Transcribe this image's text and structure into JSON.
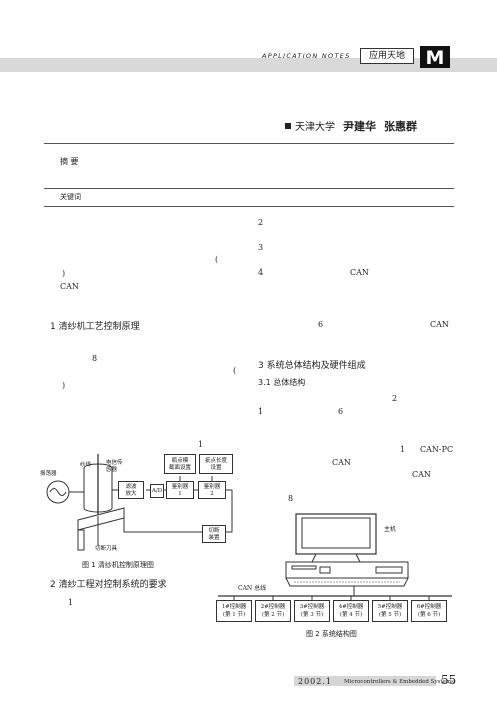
{
  "header": {
    "series_label": "APPLICATION NOTES",
    "column_title": "应用天地",
    "logo_text": "M"
  },
  "authors": {
    "affiliation": "天津大学",
    "names": [
      "尹建华",
      "张惠群"
    ]
  },
  "abstract_label": "摘  要",
  "keywords_label": "关键词",
  "left_fragments": {
    "paren_open": "(",
    "paren_close": ")",
    "can": "CAN"
  },
  "section1": {
    "heading": "1   清纱机工艺控制原理",
    "frag_8": "8",
    "frag_paren": "(",
    "frag_paren_close": ")",
    "frag_1": "1"
  },
  "figure1": {
    "labels": {
      "oscillator": "振荡器",
      "yarn": "纱线",
      "sensor": "电信传\n感器",
      "amplifier": "滤波\n放大",
      "ad": "A/D",
      "comparator1": "鉴别器\n1",
      "comparator2": "鉴别器\n2",
      "setting1": "瓶点模\n截面设置",
      "setting2": "疵点长度\n设置",
      "cutter_ctrl": "切断\n装置",
      "cutter": "切断刀具"
    },
    "caption": "图 1   清纱机控制原理图"
  },
  "section2": {
    "heading": "2   清纱工程对控制系统的要求",
    "frag_1": "1"
  },
  "right_fragments": {
    "n2": "2",
    "n3": "3",
    "n4": "4",
    "can4": "CAN",
    "n6": "6",
    "can6": "CAN"
  },
  "section3": {
    "heading": "3   系统总体结构及硬件组成",
    "sub": "3.1   总体结构",
    "frag_2": "2",
    "frag_1": "1",
    "frag_6": "6",
    "frag_1b": "1",
    "can_pc": "CAN-PC",
    "can_a": "CAN",
    "can_b": "CAN",
    "frag_8": "8"
  },
  "figure2": {
    "host_label": "主机",
    "bus_label": "CAN 总线",
    "controllers": [
      {
        "top": "1#控制器",
        "bottom": "(第 1 节)"
      },
      {
        "top": "2#控制器",
        "bottom": "(第 2 节)"
      },
      {
        "top": "3#控制器",
        "bottom": "(第 3 节)"
      },
      {
        "top": "4#控制器",
        "bottom": "(第 4 节)"
      },
      {
        "top": "5#控制器",
        "bottom": "(第 5 节)"
      },
      {
        "top": "6#控制器",
        "bottom": "(第 6 节)"
      }
    ],
    "caption": "图 2   系统结构图"
  },
  "footer": {
    "issue": "2002.1",
    "journal": "Microcontrollers & Embedded Systems",
    "page_number": "55"
  }
}
